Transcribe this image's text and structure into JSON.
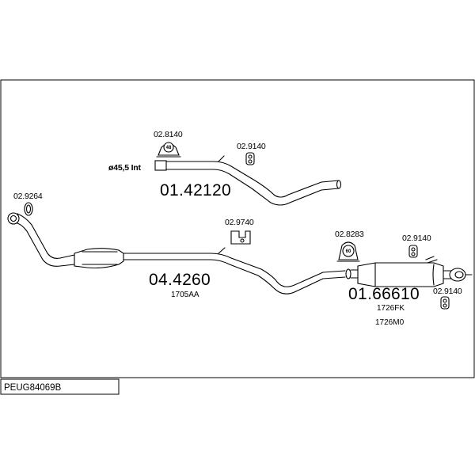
{
  "diagram_code": "PEUG84069B",
  "top_pipe": {
    "part_number": "01.42120",
    "diameter_label": "ø45,5 Int",
    "clamp_number": "02.8140",
    "clamp_badge": "48",
    "hanger_number": "02.9140"
  },
  "front_gasket": {
    "part_number": "02.9264"
  },
  "catalyst_pipe": {
    "part_number": "04.4260",
    "alt_number": "1705AA",
    "bracket_number": "02.9740"
  },
  "rear_muffler": {
    "part_number": "01.66610",
    "alt_numbers": [
      "1726FK",
      "1726M0"
    ],
    "clamp_number": "02.8283",
    "clamp_badge": "60",
    "hanger_a_number": "02.9140",
    "hanger_b_number": "02.9140"
  },
  "colors": {
    "line": "#000000",
    "background": "#ffffff"
  }
}
